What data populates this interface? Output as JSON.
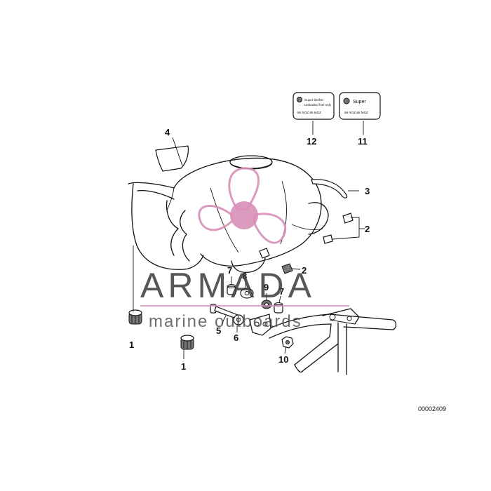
{
  "callouts": {
    "c1a": "1",
    "c1b": "1",
    "c2a": "2",
    "c2b": "2",
    "c3": "3",
    "c4": "4",
    "c5": "5",
    "c6": "6",
    "c7a": "7",
    "c7b": "7",
    "c8": "8",
    "c9": "9",
    "c10": "10",
    "c11": "11",
    "c12": "12"
  },
  "decals": {
    "d12_line1": "Super bleifrei",
    "d12_line2": "Unleaded fuel only",
    "d12_line3": "95 ROZ 85 MOZ",
    "d11_title": "Super",
    "d11_line2": "98 ROZ 88 MOZ"
  },
  "drawing_number": "00002409",
  "watermark": {
    "brand": "ARMADA",
    "tagline": "marine outboards",
    "accent_color": "#d98fb8"
  }
}
